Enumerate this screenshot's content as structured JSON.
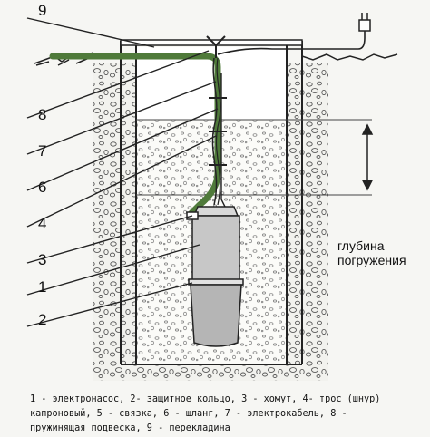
{
  "labels": {
    "n9": "9",
    "n8": "8",
    "n7": "7",
    "n6": "6",
    "n4": "4",
    "n3": "3",
    "n1": "1",
    "n2": "2"
  },
  "depth_label": {
    "line1": "глубина",
    "line2": "погружения"
  },
  "legend": {
    "line1": "1 - электронасос, 2- защитное кольцо, 3 - хомут, 4- трос (шнур)",
    "line2": "капроновый, 5 - связка, 6 - шланг, 7 - электрокабель, 8 -",
    "line3": "пружинящая подвеска, 9 - перекладина"
  },
  "colors": {
    "hose": "#4f7a3a",
    "wall": "#222222",
    "water": "#ffffff",
    "gravel": "#e9e9e4",
    "pump": "#b8b8b8"
  }
}
